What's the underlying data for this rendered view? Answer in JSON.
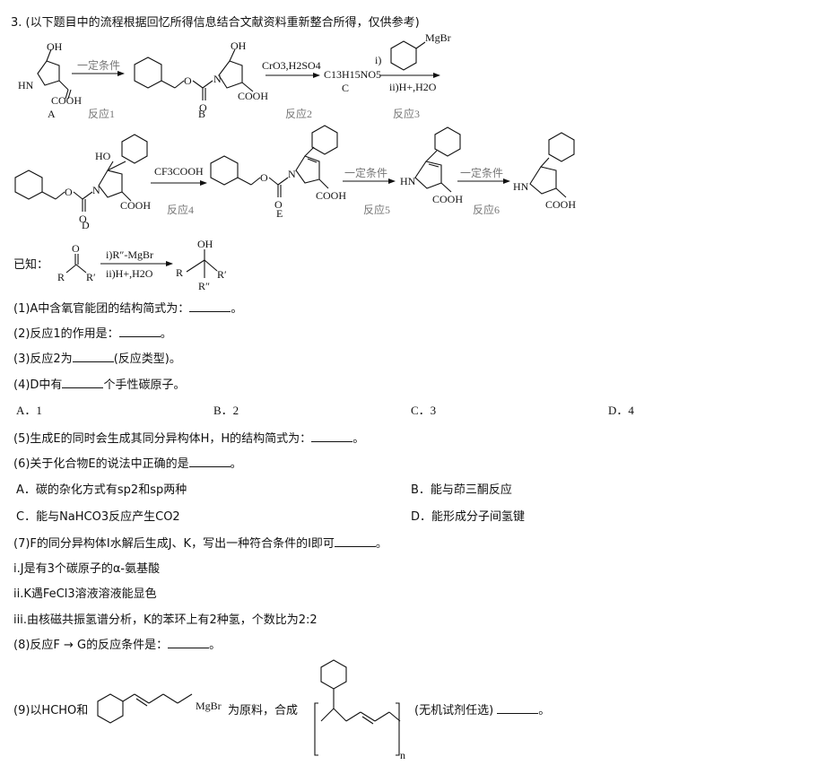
{
  "question": {
    "header": "3. (以下题目中的流程根据回忆所得信息结合文献资料重新整合所得，仅供参考)",
    "reactions": {
      "r1_cond": "一定条件",
      "r1_label": "反应1",
      "r2_cond": "CrO3,H2SO4",
      "r2_label": "反应2",
      "c_formula": "C13H15NO5",
      "c_label": "C",
      "r3_cond_i": "i)",
      "r3_reagent": "MgBr",
      "r3_cond_ii": "ii)H+,H2O",
      "r3_label": "反应3",
      "r4_cond": "CF3COOH",
      "r4_label": "反应4",
      "r5_cond": "一定条件",
      "r5_label": "反应5",
      "r6_cond": "一定条件",
      "r6_label": "反应6"
    },
    "compounds": {
      "A": "A",
      "B": "B",
      "D": "D",
      "E": "E"
    },
    "groups": {
      "oh": "OH",
      "ho": "HO",
      "hn": "HN",
      "cooh": "COOH",
      "o": "O",
      "n": "N"
    },
    "known": {
      "label": "已知：",
      "cond_i": "i)R″-MgBr",
      "cond_ii": "ii)H+,H2O",
      "r": "R",
      "r1": "R′",
      "r2": "R″",
      "o": "O",
      "oh": "OH"
    },
    "q1": "(1)A中含氧官能团的结构简式为：",
    "q2": "(2)反应1的作用是：",
    "q3a": "(3)反应2为",
    "q3b": "(反应类型)。",
    "q4a": "(4)D中有",
    "q4b": "个手性碳原子。",
    "q4_options": [
      "A．1",
      "B．2",
      "C．3",
      "D．4"
    ],
    "q5": "(5)生成E的同时会生成其同分异构体H，H的结构简式为：",
    "q6": "(6)关于化合物E的说法中正确的是",
    "q6_A": "A．碳的杂化方式有sp2和sp两种",
    "q6_B": "B．能与茚三酮反应",
    "q6_C": "C．能与NaHCO3反应产生CO2",
    "q6_D": "D．能形成分子间氢键",
    "q7": "(7)F的同分异构体I水解后生成J、K，写出一种符合条件的I即可",
    "q7_i": "i.J是有3个碳原子的α-氨基酸",
    "q7_ii": "ii.K遇FeCl3溶液溶液能显色",
    "q7_iii": "iii.由核磁共振氢谱分析，K的苯环上有2种氢，个数比为2:2",
    "q8": "(8)反应F → G的反应条件是：",
    "q9a": "(9)以HCHO和",
    "q9_mgbr": "MgBr",
    "q9b": "为原料，合成",
    "q9_n": "n",
    "q9c": "(无机试剂任选)"
  }
}
